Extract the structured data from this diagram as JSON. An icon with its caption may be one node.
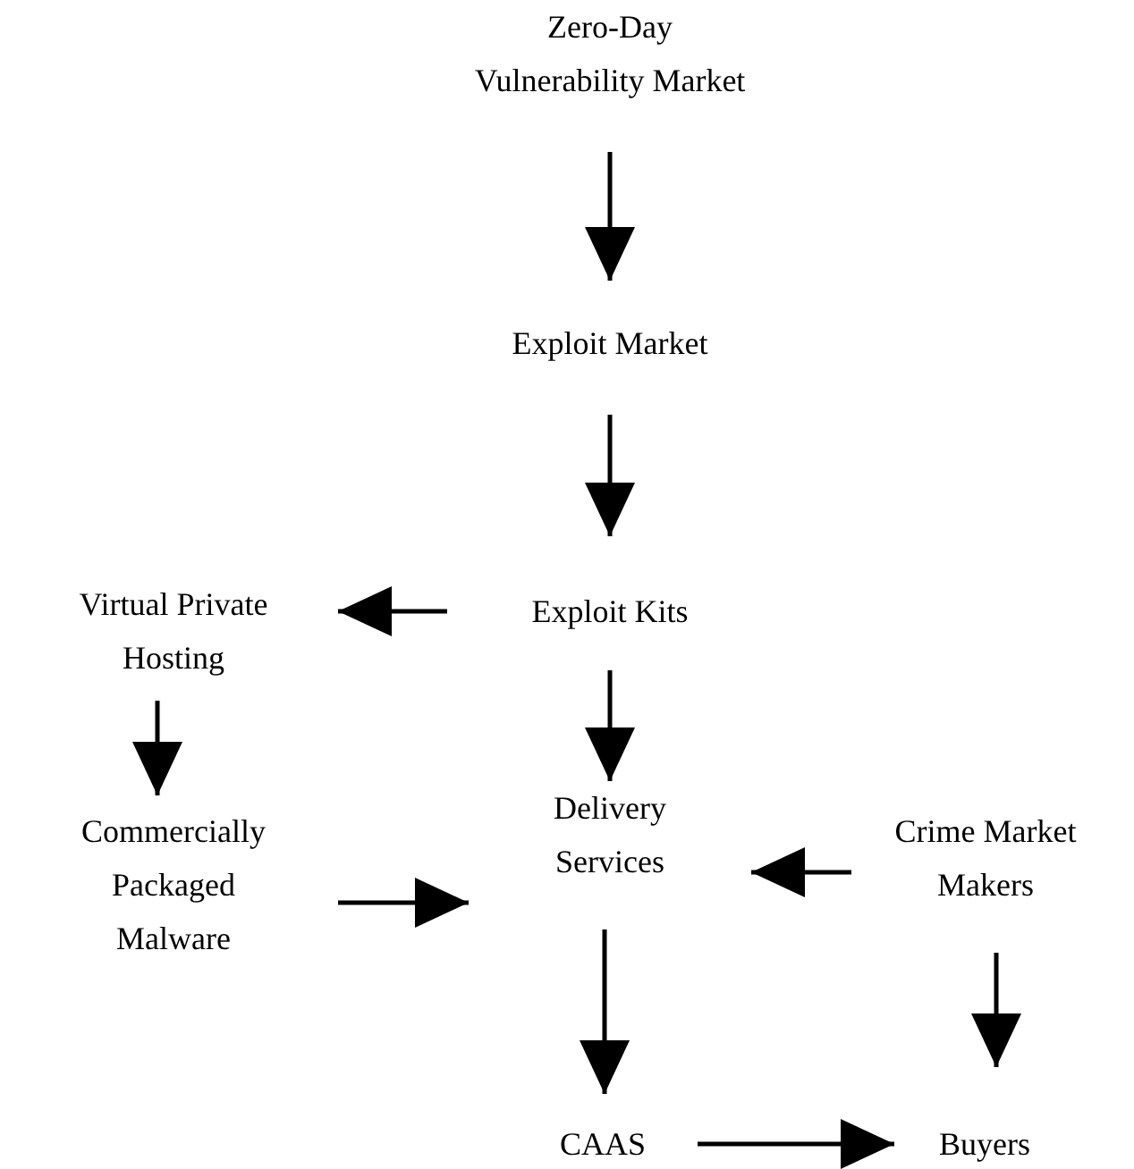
{
  "diagram": {
    "nodes": [
      {
        "text": [
          "Zero-Day Vulnerability Market"
        ]
      },
      {
        "text": [
          "Exploit Market"
        ]
      },
      {
        "text": [
          "Exploit Kits"
        ]
      },
      {
        "text": [
          "Virtual Private Hosting"
        ]
      },
      {
        "text": [
          "Commercially Packaged Malware"
        ]
      },
      {
        "text": [
          "Delivery Services"
        ]
      },
      {
        "text": [
          "Crime Market Makers"
        ]
      },
      {
        "text": [
          "CAAS"
        ]
      },
      {
        "text": [
          "Buyers"
        ]
      }
    ],
    "edges": [
      {
        "from": 0,
        "to": 1,
        "arrow": "to"
      },
      {
        "from": 1,
        "to": 2,
        "arrow": "to"
      },
      {
        "from": 2,
        "to": 3,
        "arrow": "to"
      },
      {
        "from": 3,
        "to": 4,
        "arrow": "to"
      },
      {
        "from": 2,
        "to": 5,
        "arrow": "to"
      },
      {
        "from": 4,
        "to": 5,
        "arrow": "to"
      },
      {
        "from": 6,
        "to": 5,
        "arrow": "to"
      },
      {
        "from": 5,
        "to": 7,
        "arrow": "to"
      },
      {
        "from": 6,
        "to": 8,
        "arrow": "to"
      },
      {
        "from": 7,
        "to": 8,
        "arrow": "to"
      }
    ]
  }
}
